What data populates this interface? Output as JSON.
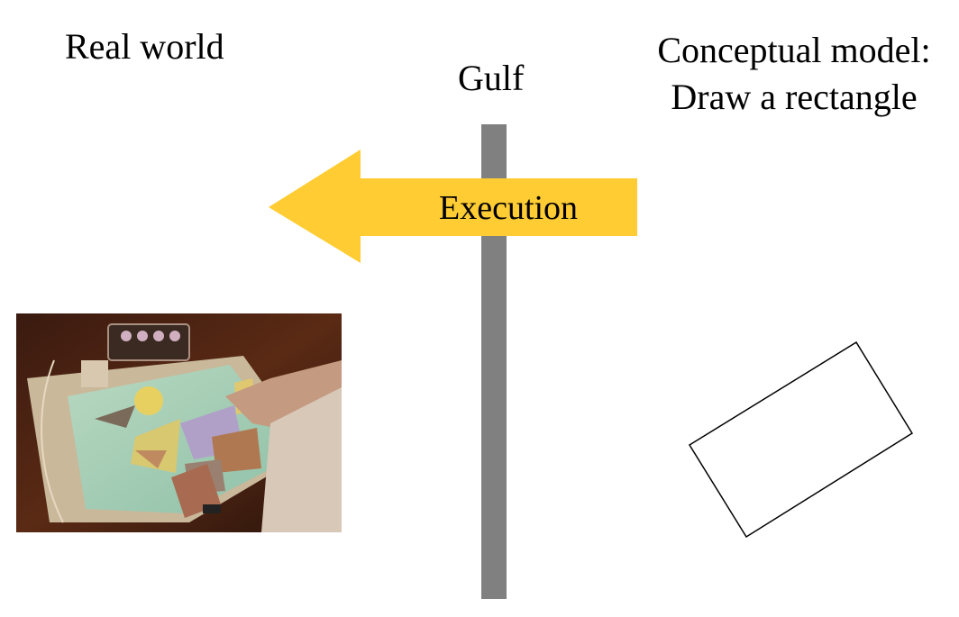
{
  "labels": {
    "real_world": "Real world",
    "gulf": "Gulf",
    "conceptual_model_line1": "Conceptual model:",
    "conceptual_model_line2": "Draw a rectangle",
    "execution": "Execution"
  },
  "colors": {
    "arrow": "#FFCC33",
    "gulf_bar": "#808080",
    "rectangle_stroke": "#000000"
  },
  "photo": {
    "subject": "person drawing on an interactive tabletop display"
  }
}
